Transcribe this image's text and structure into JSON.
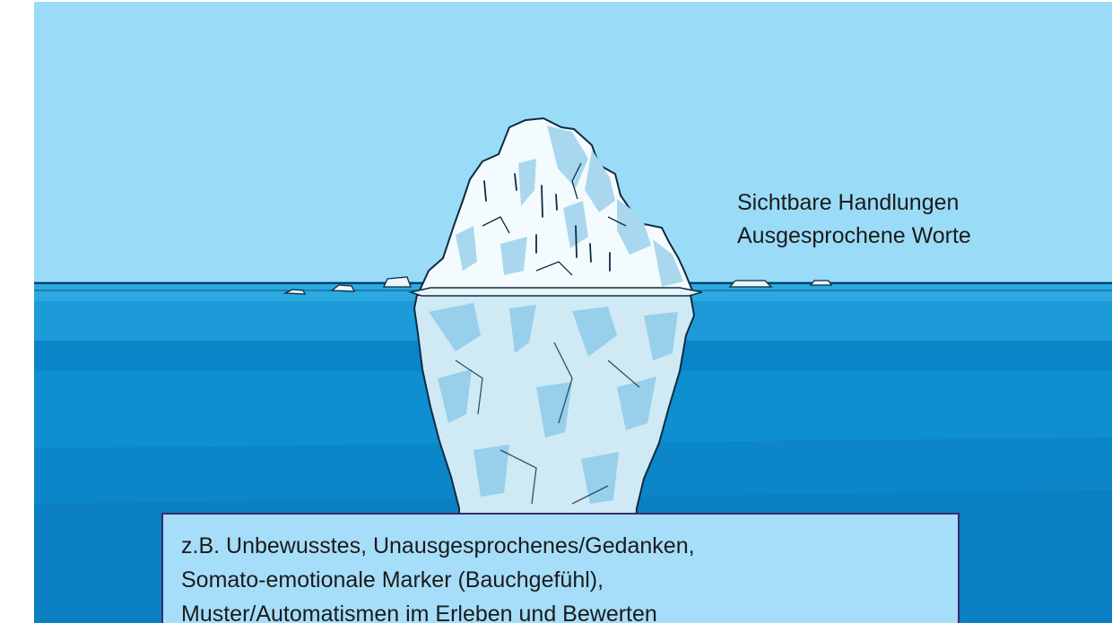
{
  "above_water": {
    "line1": "Sichtbare Handlungen",
    "line2": "Ausgesprochene Worte"
  },
  "below_water": {
    "line1": "z.B. Unbewusstes, Unausgesprochenes/Gedanken,",
    "line2": "Somato-emotionale Marker (Bauchgefühl),",
    "line3": "Muster/Automatismen im Erleben und Bewerten"
  },
  "colors": {
    "sky": "#9adcf8",
    "water_top": "#2aa8e0",
    "water_deep": "#0a84c6",
    "ice_light": "#f4fbfe",
    "ice_shadow": "#a9d8ee",
    "note_bg": "#a6defa",
    "note_border": "#3d2a6b"
  }
}
